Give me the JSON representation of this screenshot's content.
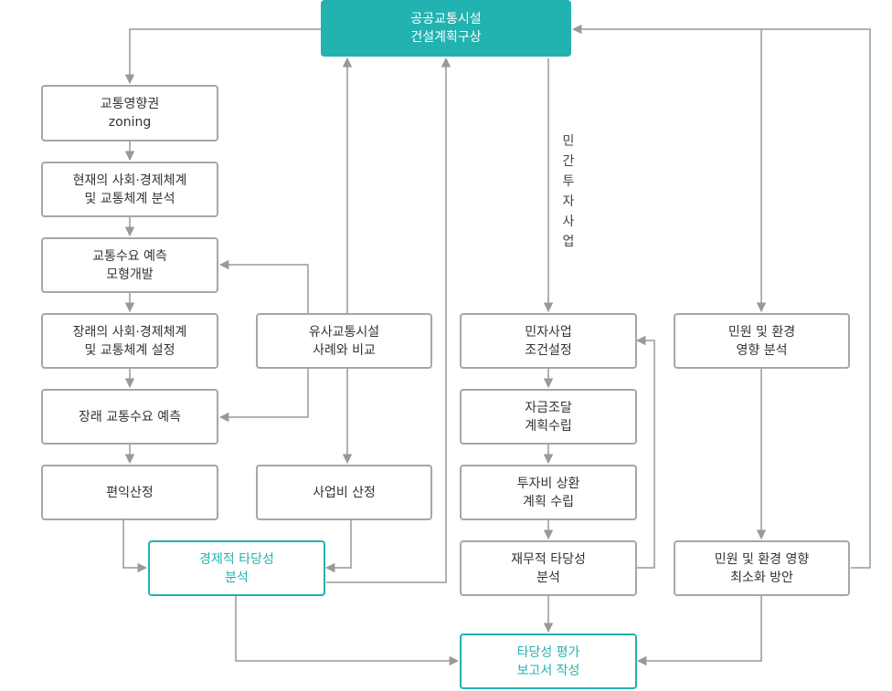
{
  "colors": {
    "accent": "#22b2b0",
    "border": "#a6a6a6",
    "line": "#999999",
    "text": "#333333"
  },
  "nodes": {
    "top": [
      "공공교통시설",
      "건설계획구상"
    ],
    "zoning": [
      "교통영향권",
      "zoning"
    ],
    "current": [
      "현재의 사회·경제체계",
      "및 교통체계 분석"
    ],
    "model": [
      "교통수요 예측",
      "모형개발"
    ],
    "future_set": [
      "장래의 사회·경제체계",
      "및 교통체계 설정"
    ],
    "similar": [
      "유사교통시설",
      "사례와 비교"
    ],
    "future_pred": [
      "장래 교통수요 예측"
    ],
    "benefit": [
      "편익산정"
    ],
    "cost": [
      "사업비 산정"
    ],
    "econ": [
      "경제적 타당성",
      "분석"
    ],
    "private_cond": [
      "민자사업",
      "조건설정"
    ],
    "fund": [
      "자금조달",
      "계획수립"
    ],
    "repay": [
      "투자비 상환",
      "계획 수립"
    ],
    "fin": [
      "재무적 타당성",
      "분석"
    ],
    "report": [
      "타당성 평가",
      "보고서 작성"
    ],
    "complaint": [
      "민원 및 환경",
      "영향 분석"
    ],
    "minimize": [
      "민원 및 환경 영향",
      "최소화 방안"
    ]
  },
  "private_label": [
    "민",
    "간",
    "투",
    "자",
    "사",
    "업"
  ]
}
